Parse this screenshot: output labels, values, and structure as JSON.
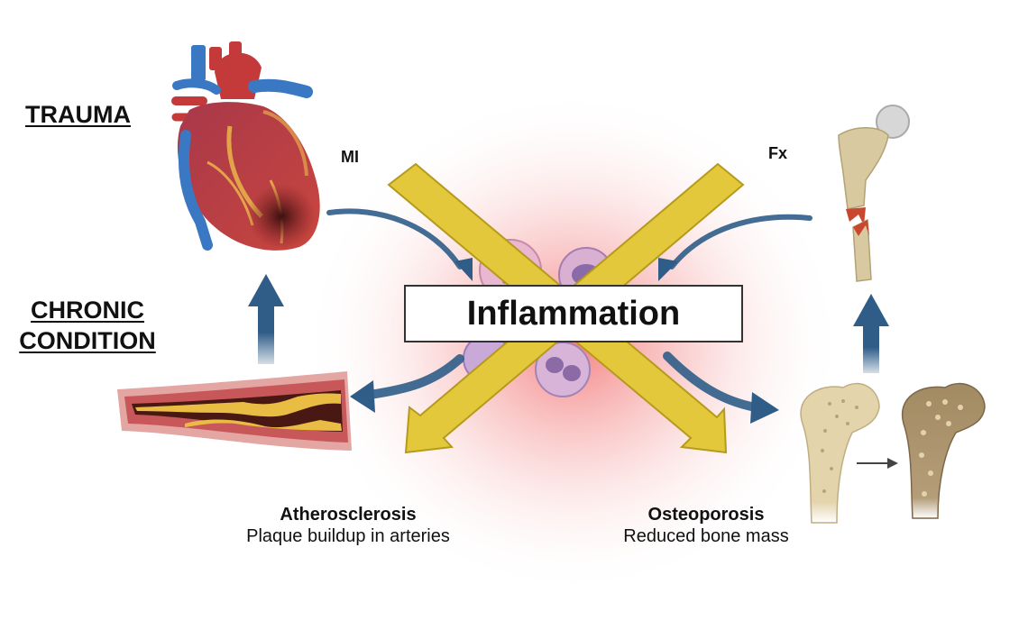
{
  "labels": {
    "trauma": "TRAUMA",
    "chronic_line1": "CHRONIC",
    "chronic_line2": "CONDITION",
    "mi": "MI",
    "fx": "Fx",
    "center": "Inflammation",
    "atherosclerosis_title": "Atherosclerosis",
    "atherosclerosis_desc": "Plaque buildup in arteries",
    "osteoporosis_title": "Osteoporosis",
    "osteoporosis_desc": "Reduced bone mass"
  },
  "colors": {
    "cross_arrow": "#e2c83a",
    "cross_arrow_stroke": "#b59a1c",
    "flow_arrow": "#2f5d88",
    "glow": "#f28b8b",
    "heart_red": "#c43a3a",
    "vessel_blue": "#3a78c4",
    "bone": "#d9c9a0",
    "plaque": "#e9bd44"
  },
  "icons": [
    "heart-icon",
    "broken-femur-icon",
    "artery-plaque-icon",
    "femur-icon",
    "osteoporotic-femur-icon",
    "immune-cells-icon"
  ]
}
